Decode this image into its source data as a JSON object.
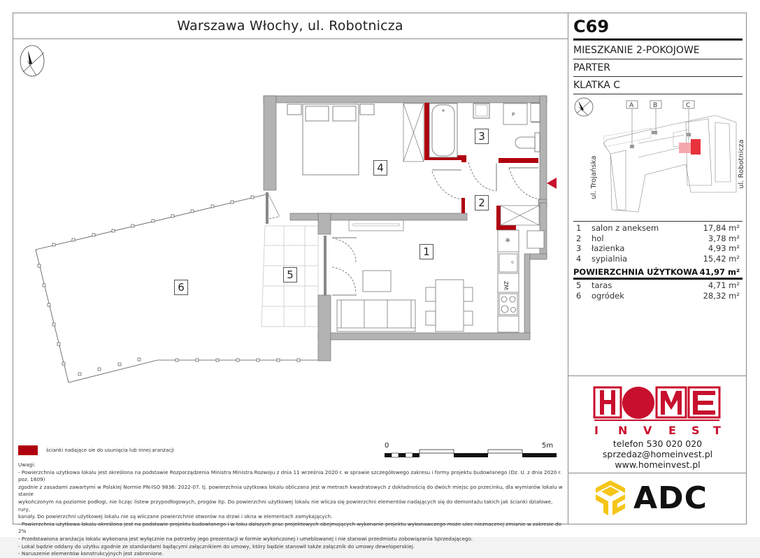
{
  "header": {
    "title": "Warszawa Włochy, ul. Robotnicza"
  },
  "unit": {
    "code": "C69",
    "type": "MIESZKANIE 2-POKOJOWE",
    "floor": "PARTER",
    "staircase": "KLATKA C"
  },
  "keyplan": {
    "staircase_labels": [
      "A",
      "B",
      "C"
    ],
    "street_left": "ul. Trojańska",
    "street_right": "ul. Robotnicza",
    "highlight_color": "#e8323c"
  },
  "rooms": [
    {
      "num": "1",
      "name": "salon z aneksem",
      "area": "17,84 m²"
    },
    {
      "num": "2",
      "name": "hol",
      "area": "3,78 m²"
    },
    {
      "num": "3",
      "name": "łazienka",
      "area": "4,93 m²"
    },
    {
      "num": "4",
      "name": "sypialnia",
      "area": "15,42 m²"
    }
  ],
  "usable_area": {
    "label": "POWIERZCHNIA UŻYTKOWA",
    "value": "41,97 m²"
  },
  "extras": [
    {
      "num": "5",
      "name": "taras",
      "area": "4,71 m²"
    },
    {
      "num": "6",
      "name": "ogródek",
      "area": "28,32 m²"
    }
  ],
  "plan_labels": {
    "r1": "1",
    "r2": "2",
    "r3": "3",
    "r4": "4",
    "r5": "5",
    "r6": "6",
    "fridge": "ZM",
    "washer": "P"
  },
  "scale": {
    "start": "0",
    "end": "5m"
  },
  "legend": {
    "text": "ścianki nadające sie do usunięcia lub innej aranżacji",
    "color": "#b0000f"
  },
  "notes": {
    "heading": "Uwagi:",
    "lines": [
      "- Powierzchnia użytkowa lokalu jest określona na podstawie Rozporządzenia Ministra Ministra Rozwoju z dnia 11 września 2020 r. w sprawie szczegółowego zakresu i formy projektu budowlanego (Dz. U. z dnia 2020 r. poz. 1609)",
      "zgodnie z zasadami zawartymi w Polskiej Normie PN-ISO 9836: 2022-07. tj. powierzchnia użytkowa lokalu obliczana jest w metrach kwadratowych z dokładnością do dwóch miejsc po przecinku, dla wymiarów lokalu w stanie",
      "wykończonym na poziomie podłogi, nie licząc listew przypodłogowych, progów itp. Do powierzchni użytkowej lokalu nie wlicza się powierzchni elementów nadających się do demontażu takich jak ścianki działowe, rury,",
      "kanały. Do powierzchni użytkowej lokalu nie są wliczane powierzchnie otworów na drzwi i okna w elementach zamykających.",
      "- Powierzchnia użytkowa lokalu określona jest na podstawie projektu budowlanego i w toku dalszych prac projektowych obejmujących wykonanie projektu wykonawczego może ulec nieznacznej zmianie w zakresie do 2%",
      "- Przedstawiona aranżacja lokalu wykonana jest wyłącznie na potrzeby jego prezentacji w formie wykończonej i umeblowanej i nie stanowi przedmiotu zobowiązania Sprzedającego.",
      "- Lokal będzie oddany do użytku zgodnie ze standardami będącymi załącznikiem do umowy, który będzie stanowił także załącznik do umowy deweloperskiej.",
      "- Naruszenie elementów konstrukcyjnych jest zabronione."
    ]
  },
  "brand": {
    "home_letters": [
      "H",
      "O",
      "M",
      "E"
    ],
    "invest_letters": [
      "I",
      "N",
      "V",
      "E",
      "S",
      "T"
    ],
    "color": "#c8102e",
    "phone": "telefon 530 020 020",
    "email": "sprzedaz@homeinvest.pl",
    "website": "www.homeinvest.pl",
    "partner": "ADC",
    "partner_color": "#f5c518"
  }
}
